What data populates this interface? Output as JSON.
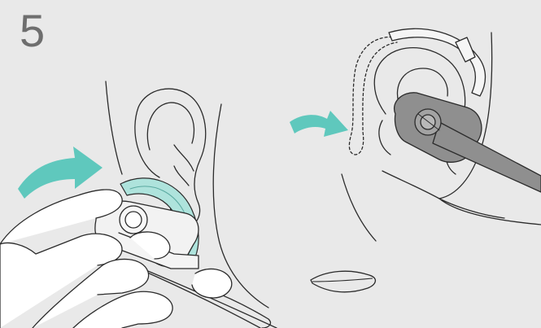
{
  "step": {
    "number": "5"
  },
  "illustration": {
    "left_scene": "hand-placing-headset-hook-behind-ear",
    "right_scene": "headset-worn-on-ear-with-hook-adjustment",
    "arrow_icon": "curved-arrow-icon"
  },
  "colors": {
    "background": "#e9e9e9",
    "arrow": "#5fc8bd",
    "line": "#2b2b2b",
    "headset_body": "#8f8f8f",
    "step_number": "#6e6e6e",
    "hook_highlight": "#aee3dc"
  }
}
